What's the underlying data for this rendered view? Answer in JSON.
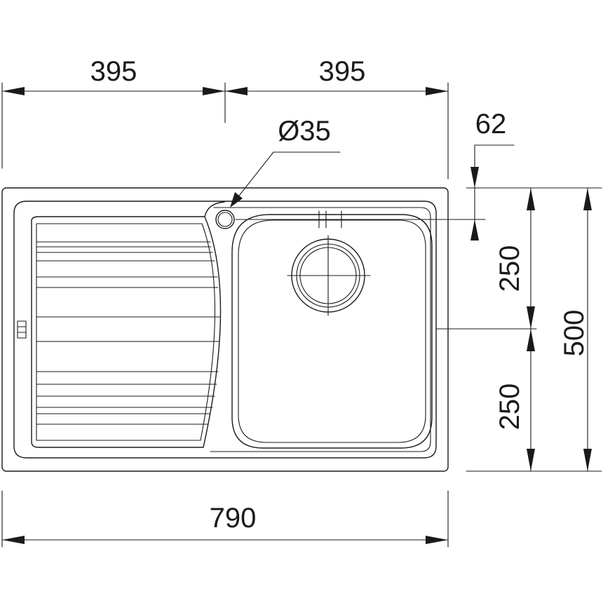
{
  "drawing": {
    "dimensions": {
      "top_left_half": "395",
      "top_right_half": "395",
      "tap_hole": "Ø35",
      "tap_offset": "62",
      "height_upper": "250",
      "height_lower": "250",
      "total_height": "500",
      "total_width": "790"
    },
    "line_color": "#1a1a1a",
    "background": "#ffffff"
  }
}
